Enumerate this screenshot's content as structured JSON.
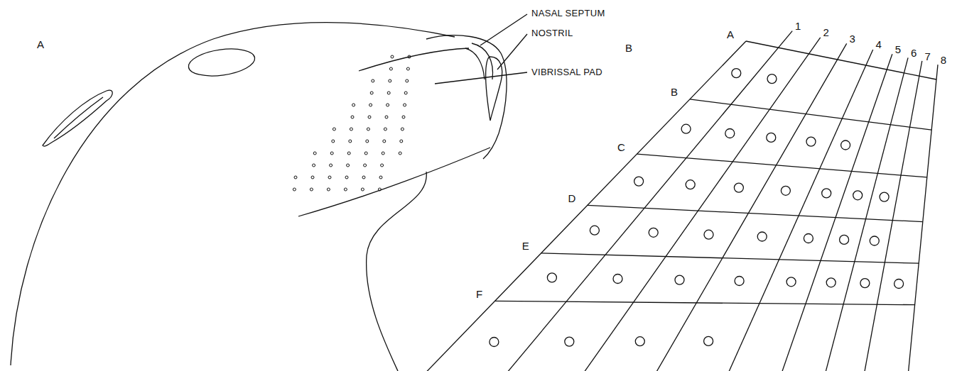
{
  "diagram": {
    "labels": [
      "A",
      "NASAL SEPTUM",
      "NOSTRIL",
      "VIBRISSAL PAD",
      "B",
      "A",
      "B",
      "C",
      "D",
      "E",
      "F",
      "1",
      "2",
      "3",
      "4",
      "5",
      "6",
      "7",
      "8"
    ]
  }
}
